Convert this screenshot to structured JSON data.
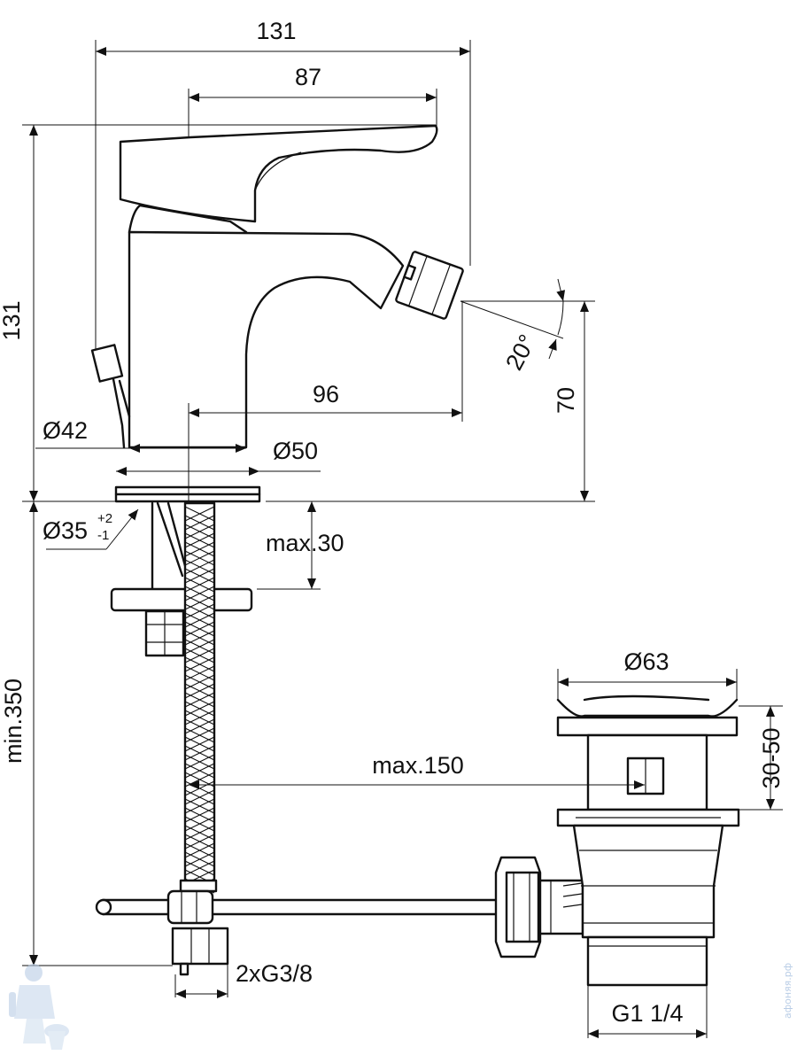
{
  "dimensions": {
    "overall_width": "131",
    "lever_reach": "87",
    "overall_height": "131",
    "spout_reach": "96",
    "spout_height": "70",
    "spout_angle": "20°",
    "body_diameter": "Ø42",
    "base_diameter": "Ø50",
    "hole_diameter": "Ø35",
    "hole_tolerance_plus": "+2",
    "hole_tolerance_minus": "-1",
    "max_deck_thickness": "max.30",
    "min_hose_length": "min.350",
    "waste_top_diameter": "Ø63",
    "waste_height_range": "30-50",
    "max_rod_distance": "max.150",
    "hose_connections": "2xG3/8",
    "waste_thread": "G1 1/4"
  },
  "watermark": {
    "text": "афоняя.рф",
    "color": "#b9cde6"
  },
  "colors": {
    "line": "#111111",
    "background": "#ffffff"
  }
}
